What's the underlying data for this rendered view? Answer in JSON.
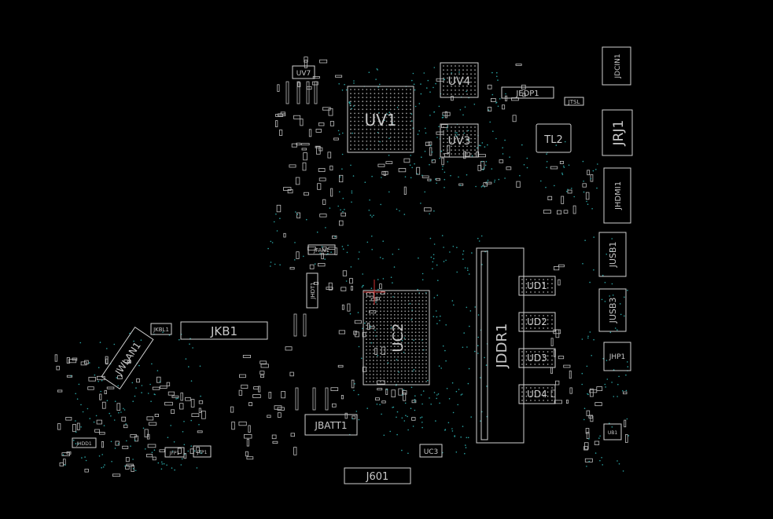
{
  "components": [
    {
      "ref": "UV7",
      "kind": "ic"
    },
    {
      "ref": "UV1",
      "kind": "bga"
    },
    {
      "ref": "UV4",
      "kind": "bga"
    },
    {
      "ref": "UV3",
      "kind": "bga"
    },
    {
      "ref": "JEDP1",
      "kind": "connector"
    },
    {
      "ref": "JTSL",
      "kind": "connector"
    },
    {
      "ref": "TL2",
      "kind": "transformer"
    },
    {
      "ref": "JDCIN1",
      "kind": "connector"
    },
    {
      "ref": "JRJ1",
      "kind": "connector"
    },
    {
      "ref": "JHDMI1",
      "kind": "connector"
    },
    {
      "ref": "JUSB1",
      "kind": "connector"
    },
    {
      "ref": "JUSB3",
      "kind": "connector"
    },
    {
      "ref": "JHP1",
      "kind": "connector"
    },
    {
      "ref": "JFAN1",
      "kind": "connector"
    },
    {
      "ref": "JHDT1",
      "kind": "connector"
    },
    {
      "ref": "UC2",
      "kind": "bga"
    },
    {
      "ref": "JDDR1",
      "kind": "connector"
    },
    {
      "ref": "UD1",
      "kind": "memory"
    },
    {
      "ref": "UD2",
      "kind": "memory"
    },
    {
      "ref": "UD3",
      "kind": "memory"
    },
    {
      "ref": "UD4",
      "kind": "memory"
    },
    {
      "ref": "JKBL1",
      "kind": "connector"
    },
    {
      "ref": "JKB1",
      "kind": "connector"
    },
    {
      "ref": "JWLAN1",
      "kind": "connector"
    },
    {
      "ref": "JBATT1",
      "kind": "connector"
    },
    {
      "ref": "UC3",
      "kind": "ic"
    },
    {
      "ref": "J601",
      "kind": "connector"
    },
    {
      "ref": "JHDD1",
      "kind": "connector"
    },
    {
      "ref": "JFP1",
      "kind": "connector"
    },
    {
      "ref": "JTP1",
      "kind": "connector"
    },
    {
      "ref": "UB1",
      "kind": "ic"
    }
  ],
  "colors": {
    "background": "#000000",
    "silkscreen": "#cfcfcf",
    "label": "#c8c8c8",
    "via": "#2aa3a3",
    "crosshair": "#d03030"
  }
}
